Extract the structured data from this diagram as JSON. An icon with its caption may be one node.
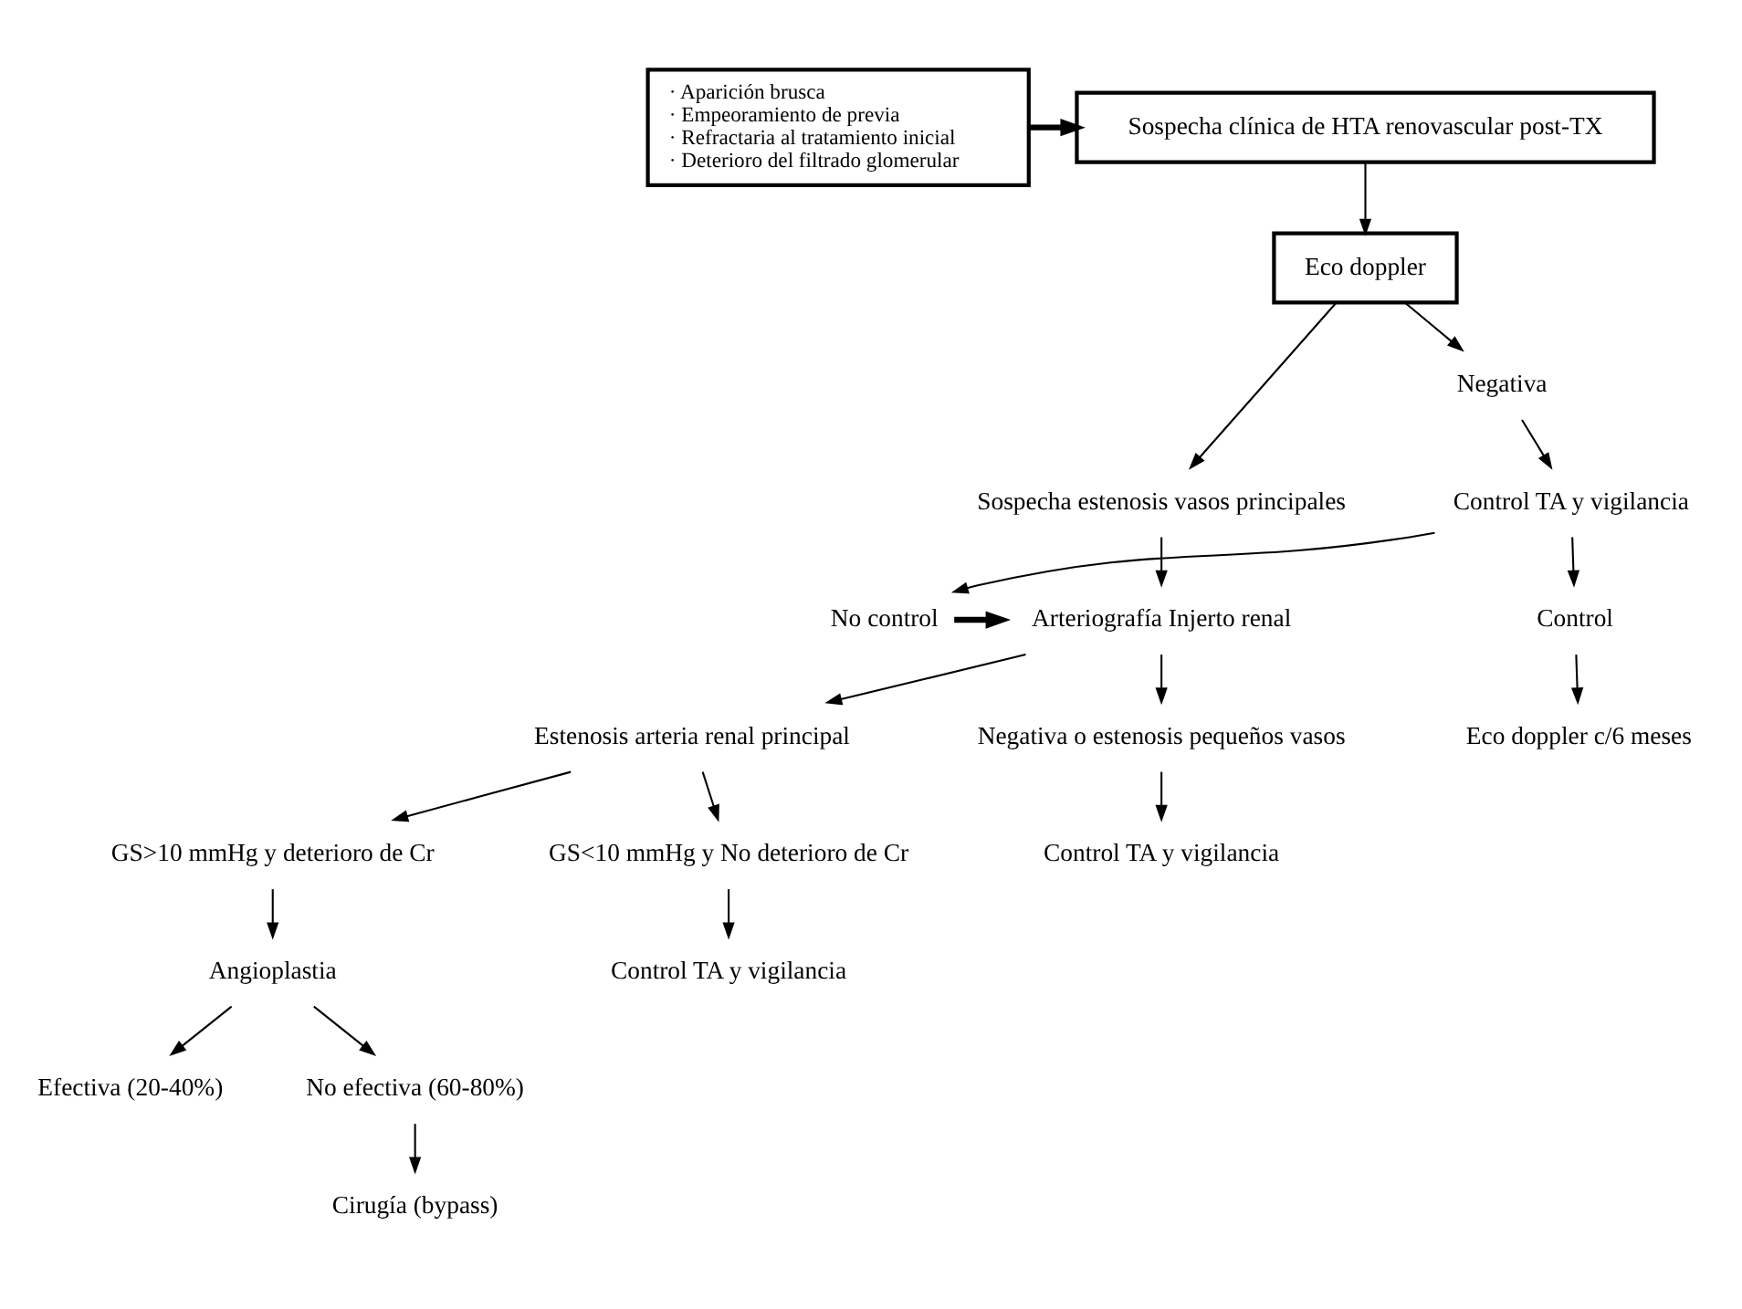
{
  "diagram": {
    "nodes": [
      {
        "text": [
          "Sospecha clínica de HTA renovascular post-TX"
        ]
      },
      {
        "text": [
          "· Aparición brusca",
          "· Empeoramiento de previa",
          "· Refractaria al tratamiento inicial",
          "· Deterioro del filtrado glomerular"
        ]
      },
      {
        "text": [
          "Eco doppler"
        ]
      },
      {
        "text": [
          "Sospecha estenosis vasos principales"
        ]
      },
      {
        "text": [
          "Negativa"
        ]
      },
      {
        "text": [
          "Control TA y vigilancia"
        ]
      },
      {
        "text": [
          "Arteriografía Injerto renal"
        ]
      },
      {
        "text": [
          "No control"
        ]
      },
      {
        "text": [
          "Control"
        ]
      },
      {
        "text": [
          "Eco doppler c/6 meses"
        ]
      },
      {
        "text": [
          "Negativa o estenosis pequeños vasos"
        ]
      },
      {
        "text": [
          "Estenosis arteria renal principal"
        ]
      },
      {
        "text": [
          "Control TA y vigilancia"
        ]
      },
      {
        "text": [
          "GS<10 mmHg y No deterioro de Cr"
        ]
      },
      {
        "text": [
          "GS>10 mmHg y deterioro de Cr"
        ]
      },
      {
        "text": [
          "Control TA y vigilancia"
        ]
      },
      {
        "text": [
          "Angioplastia"
        ]
      },
      {
        "text": [
          "Efectiva (20-40%)"
        ]
      },
      {
        "text": [
          "No efectiva (60-80%)"
        ]
      },
      {
        "text": [
          "Cirugía (bypass)"
        ]
      }
    ],
    "edges": [
      {
        "from": 1,
        "to": 0,
        "arrow": "to",
        "style": "thick"
      },
      {
        "from": 0,
        "to": 2,
        "arrow": "to"
      },
      {
        "from": 2,
        "to": 3,
        "arrow": "to"
      },
      {
        "from": 2,
        "to": 4,
        "arrow": "to"
      },
      {
        "from": 4,
        "to": 5,
        "arrow": "to"
      },
      {
        "from": 5,
        "to": 7,
        "arrow": "to"
      },
      {
        "from": 5,
        "to": 8,
        "arrow": "to"
      },
      {
        "from": 7,
        "to": 6,
        "arrow": "to",
        "style": "thick"
      },
      {
        "from": 8,
        "to": 9,
        "arrow": "to"
      },
      {
        "from": 3,
        "to": 6,
        "arrow": "to"
      },
      {
        "from": 6,
        "to": 10,
        "arrow": "to"
      },
      {
        "from": 6,
        "to": 11,
        "arrow": "to"
      },
      {
        "from": 10,
        "to": 12,
        "arrow": "to"
      },
      {
        "from": 11,
        "to": 13,
        "arrow": "to"
      },
      {
        "from": 11,
        "to": 14,
        "arrow": "to"
      },
      {
        "from": 13,
        "to": 15,
        "arrow": "to"
      },
      {
        "from": 14,
        "to": 16,
        "arrow": "to"
      },
      {
        "from": 16,
        "to": 17,
        "arrow": "to"
      },
      {
        "from": 16,
        "to": 18,
        "arrow": "to"
      },
      {
        "from": 18,
        "to": 19,
        "arrow": "to"
      }
    ]
  }
}
